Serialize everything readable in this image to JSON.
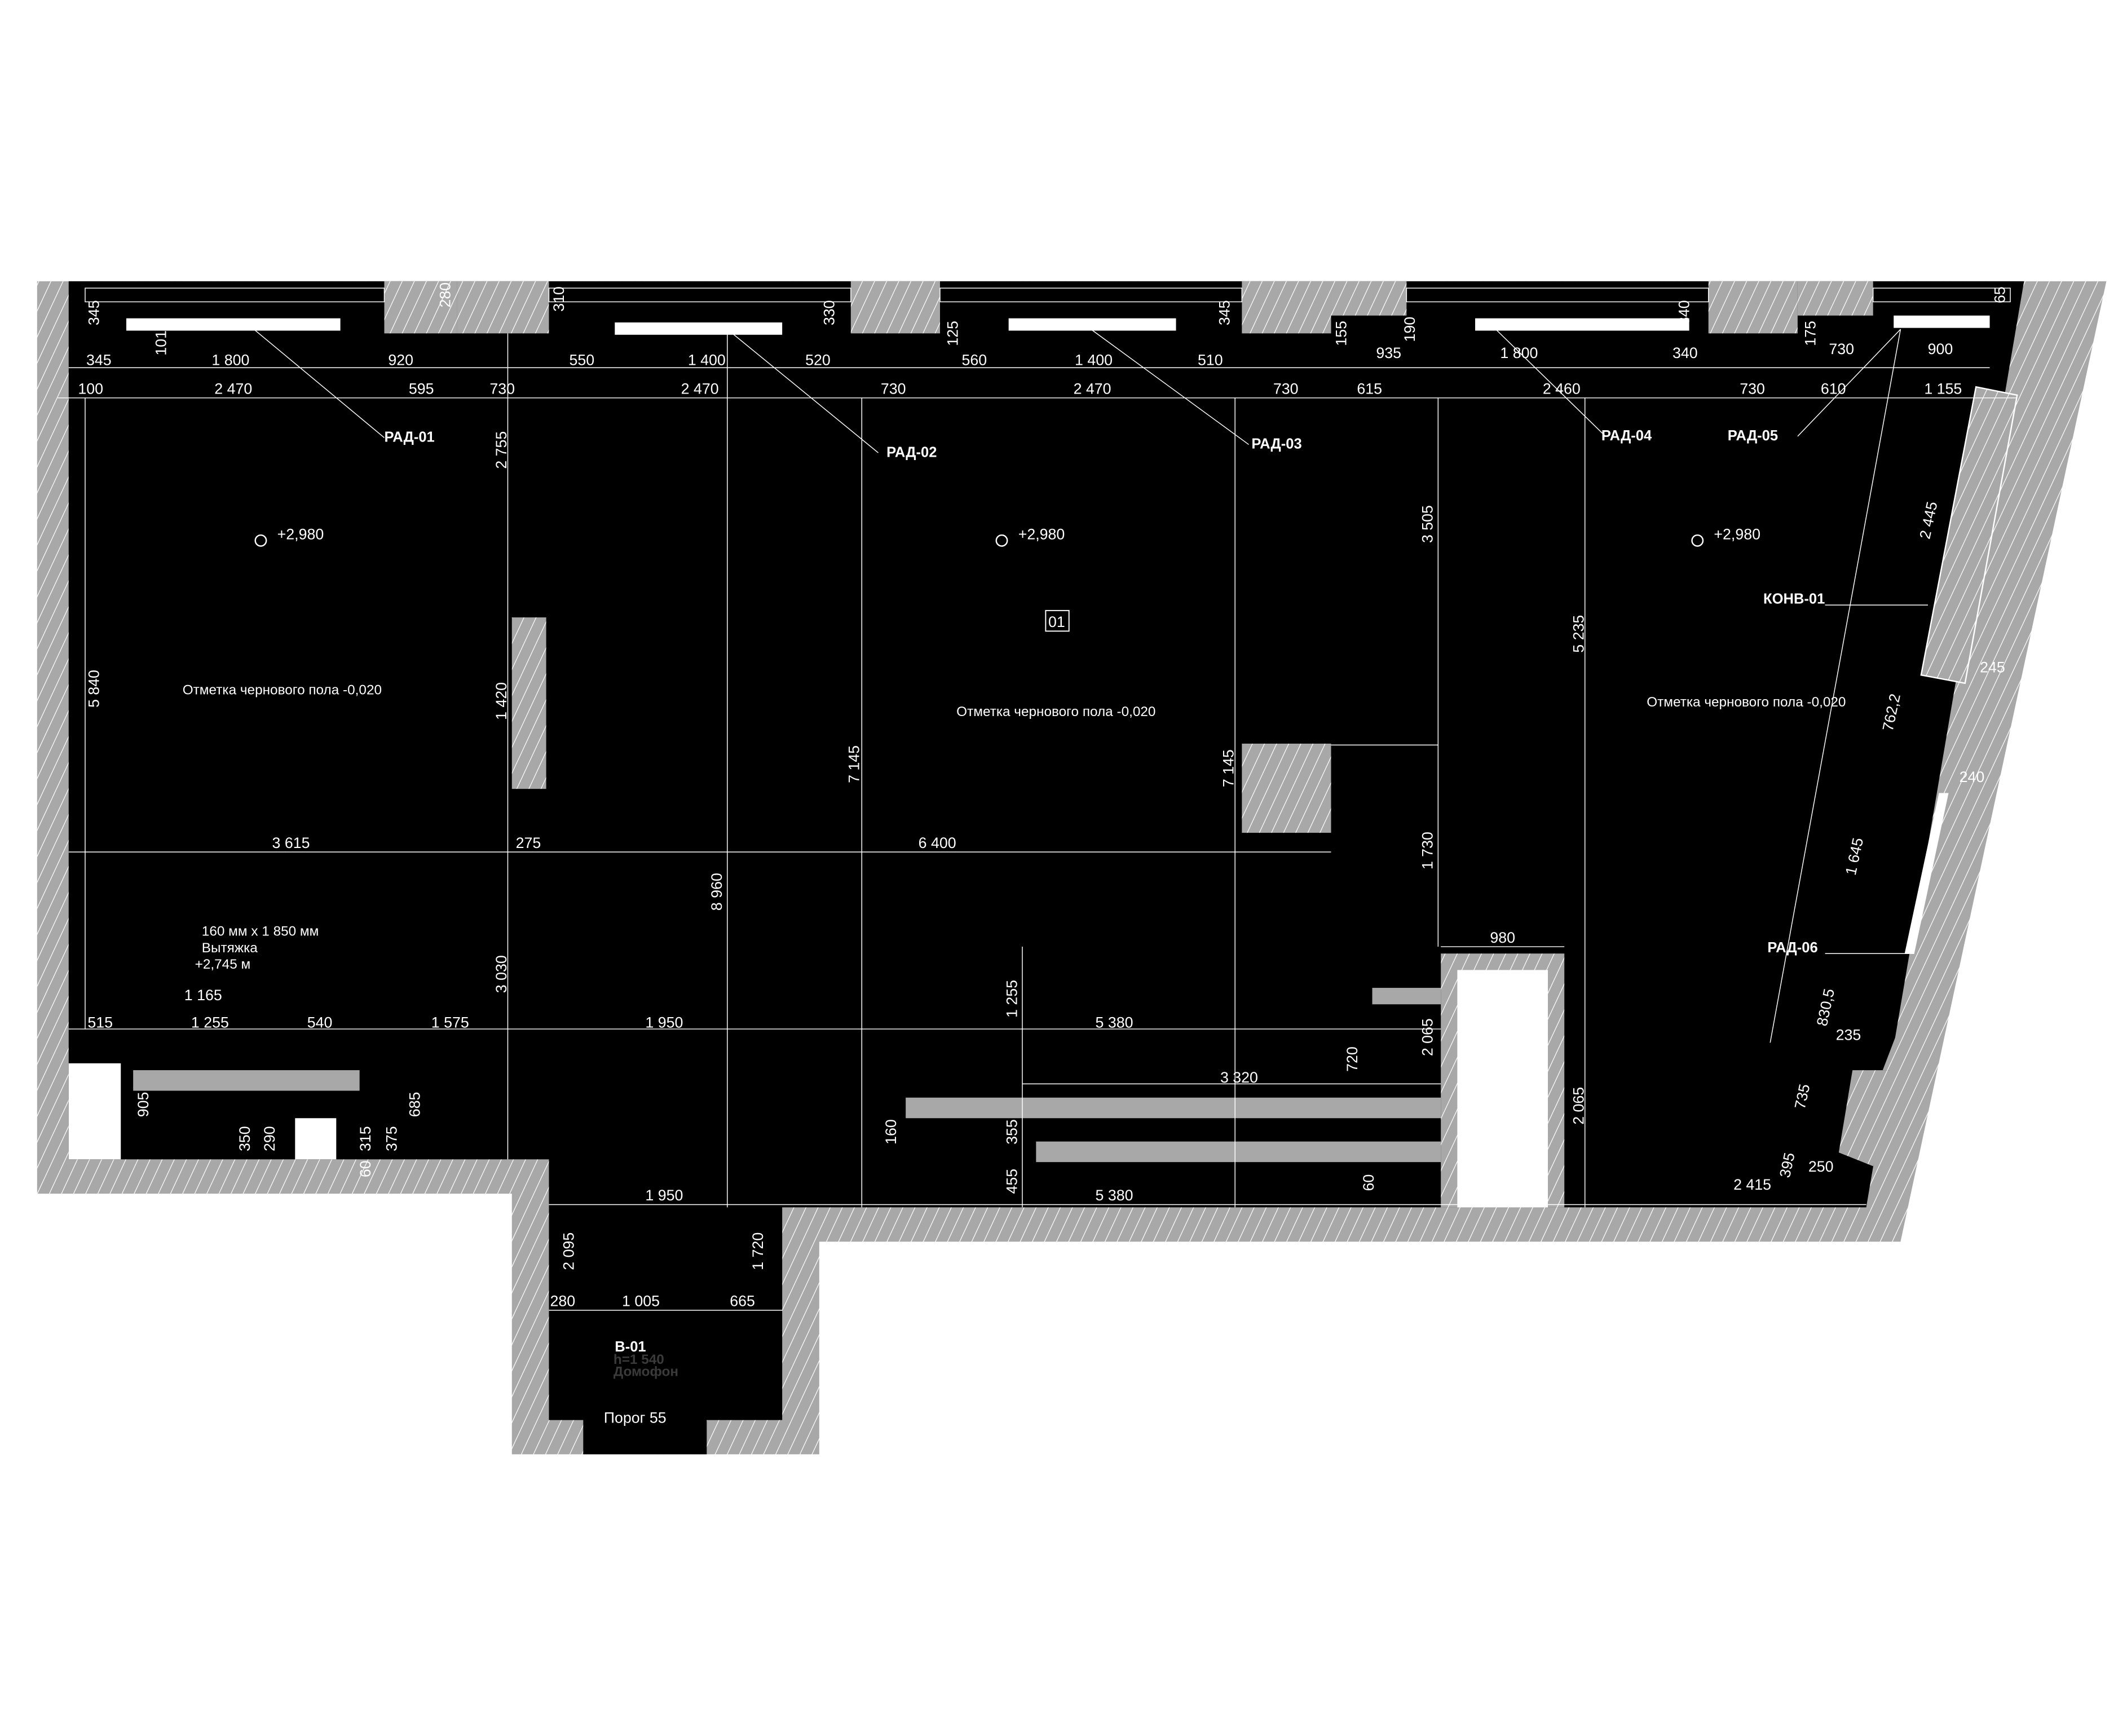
{
  "colors": {
    "floor": "#000000",
    "wall": "#a8a8a8",
    "hatch": "#ffffff",
    "line": "#ffffff"
  },
  "labels": {
    "rad01": "РАД-01",
    "rad02": "РАД-02",
    "rad03": "РАД-03",
    "rad04": "РАД-04",
    "rad05": "РАД-05",
    "rad06": "РАД-06",
    "konv01": "КОНВ-01",
    "ceiling_mark": "+2,980",
    "room_number": "01",
    "floor_mark": "Отметка чернового пола -0,020",
    "hood_size": "160 мм х 1 850 мм",
    "hood_name": "Вытяжка",
    "hood_height": "+2,745 м",
    "v01": "В-01",
    "v01_h": "h=1 540",
    "v01_name": "Домофон",
    "threshold": "Порог 55"
  },
  "dims_top1": [
    "345",
    "1 800",
    "920",
    "550",
    "1 400",
    "520",
    "560",
    "1 400",
    "510",
    "935",
    "1 800",
    "340",
    "730",
    "900"
  ],
  "dims_top2": [
    "100",
    "2 470",
    "595",
    "730",
    "2 470",
    "730",
    "2 470",
    "730",
    "615",
    "2 460",
    "730",
    "610",
    "1 155"
  ],
  "dims_small_v": [
    "345",
    "101",
    "280",
    "310",
    "330",
    "125",
    "345",
    "155",
    "190",
    "340",
    "175",
    "65"
  ],
  "dims_v": [
    "2 755",
    "5 840",
    "1 420",
    "7 145",
    "7 145",
    "3 505",
    "5 235",
    "1 730",
    "8 960",
    "3 030",
    "1 255",
    "2 065",
    "2 065",
    "720",
    "355",
    "455",
    "160",
    "60",
    "905",
    "350",
    "290",
    "315",
    "375",
    "685",
    "60",
    "2 095",
    "1 720"
  ],
  "dims_slant": [
    "2 445",
    "762,2",
    "1 645",
    "830,5",
    "735",
    "395",
    "245",
    "240",
    "235",
    "250"
  ],
  "dims_h": [
    "3 615",
    "275",
    "6 400",
    "515",
    "1 255",
    "540",
    "1 575",
    "1 950",
    "5 380",
    "1 165",
    "980",
    "3 320",
    "5 380",
    "1 950",
    "2 415",
    "280",
    "1 005",
    "665"
  ]
}
